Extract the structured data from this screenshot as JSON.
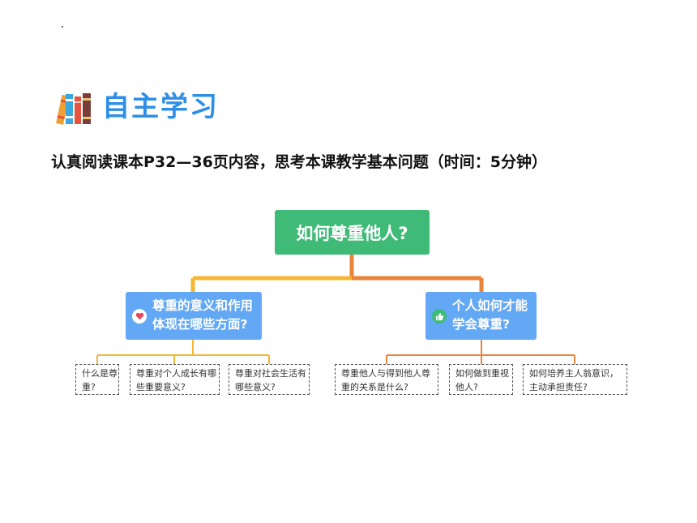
{
  "header": {
    "section_title": "自主学习",
    "instruction": "认真阅读课本P32—36页内容，思考本课教学基本问题（时间：5分钟）"
  },
  "mindmap": {
    "root": "如何尊重他人?",
    "branches": [
      {
        "label": "尊重的意义和作用体现在哪些方面?",
        "icon": "heart-icon",
        "leaves": [
          "什么是尊重?",
          "尊重对个人成长有哪些重要意义?",
          "尊重对社会生活有哪些意义?"
        ]
      },
      {
        "label": "个人如何才能学会尊重?",
        "icon": "thumbs-up-icon",
        "leaves": [
          "尊重他人与得到他人尊重的关系是什么?",
          "如何做到重视他人?",
          "如何培养主人翁意识，主动承担责任?"
        ]
      }
    ]
  },
  "colors": {
    "title_blue": "#2f8fe6",
    "root_green": "#3fba77",
    "branch_blue": "#63a8f5",
    "connector_left": "#f5b731",
    "connector_right": "#e9843a",
    "heart_red": "#e8475b"
  }
}
